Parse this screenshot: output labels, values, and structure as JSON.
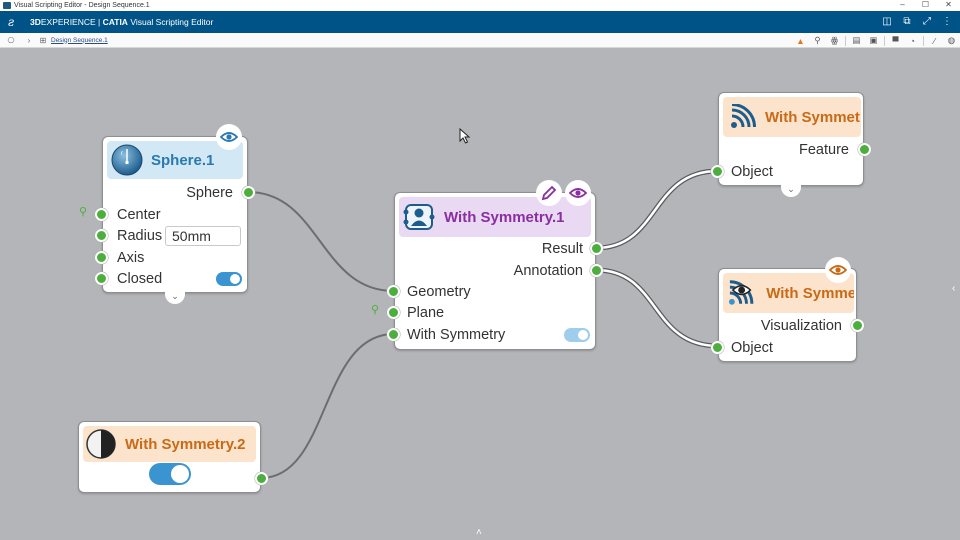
{
  "window": {
    "title": "Visual Scripting Editor - Design Sequence.1",
    "controls": {
      "minimize": "–",
      "maximize": "☐",
      "close": "✕"
    }
  },
  "appbar": {
    "brand_bold": "3D",
    "brand_rest": "EXPERIENCE | ",
    "product_bold": "CATIA",
    "product_rest": " Visual Scripting Editor",
    "icons": [
      "split-view-icon",
      "share-icon",
      "fullscreen-icon",
      "more-icon"
    ]
  },
  "toolbar": {
    "breadcrumb_sep": "›",
    "breadcrumb": "Design Sequence.1",
    "icons": [
      "warning-icon",
      "zoom-icon",
      "binoculars-icon",
      "notes-icon",
      "image-icon",
      "flag-icon",
      "timer-icon",
      "magic-wand-icon",
      "globe-icon"
    ]
  },
  "nodes": {
    "sphere": {
      "title": "Sphere.1",
      "output": "Sphere",
      "inputs": [
        "Center",
        "Radius",
        "Axis",
        "Closed"
      ],
      "radius_value": "50mm",
      "closed_toggle": true
    },
    "symmetry1": {
      "title": "With Symmetry.1",
      "outputs": [
        "Result",
        "Annotation"
      ],
      "inputs": [
        "Geometry",
        "Plane",
        "With Symmetry"
      ],
      "with_symmetry_toggle": true
    },
    "feature": {
      "title": "With Symmet",
      "output": "Feature",
      "input": "Object"
    },
    "visualization": {
      "title": "With Symme",
      "output": "Visualization",
      "input": "Object"
    },
    "symmetry2": {
      "title": "With Symmetry.2",
      "toggle": true
    }
  },
  "colors": {
    "appbar": "#005386",
    "port": "#4cae3d",
    "canvas": "#b4b5b8",
    "toggle": "#3a94d0",
    "sphere_title": "#2a7ab0",
    "symmetry_title": "#8a2fa0",
    "orange_title": "#c96a17"
  }
}
